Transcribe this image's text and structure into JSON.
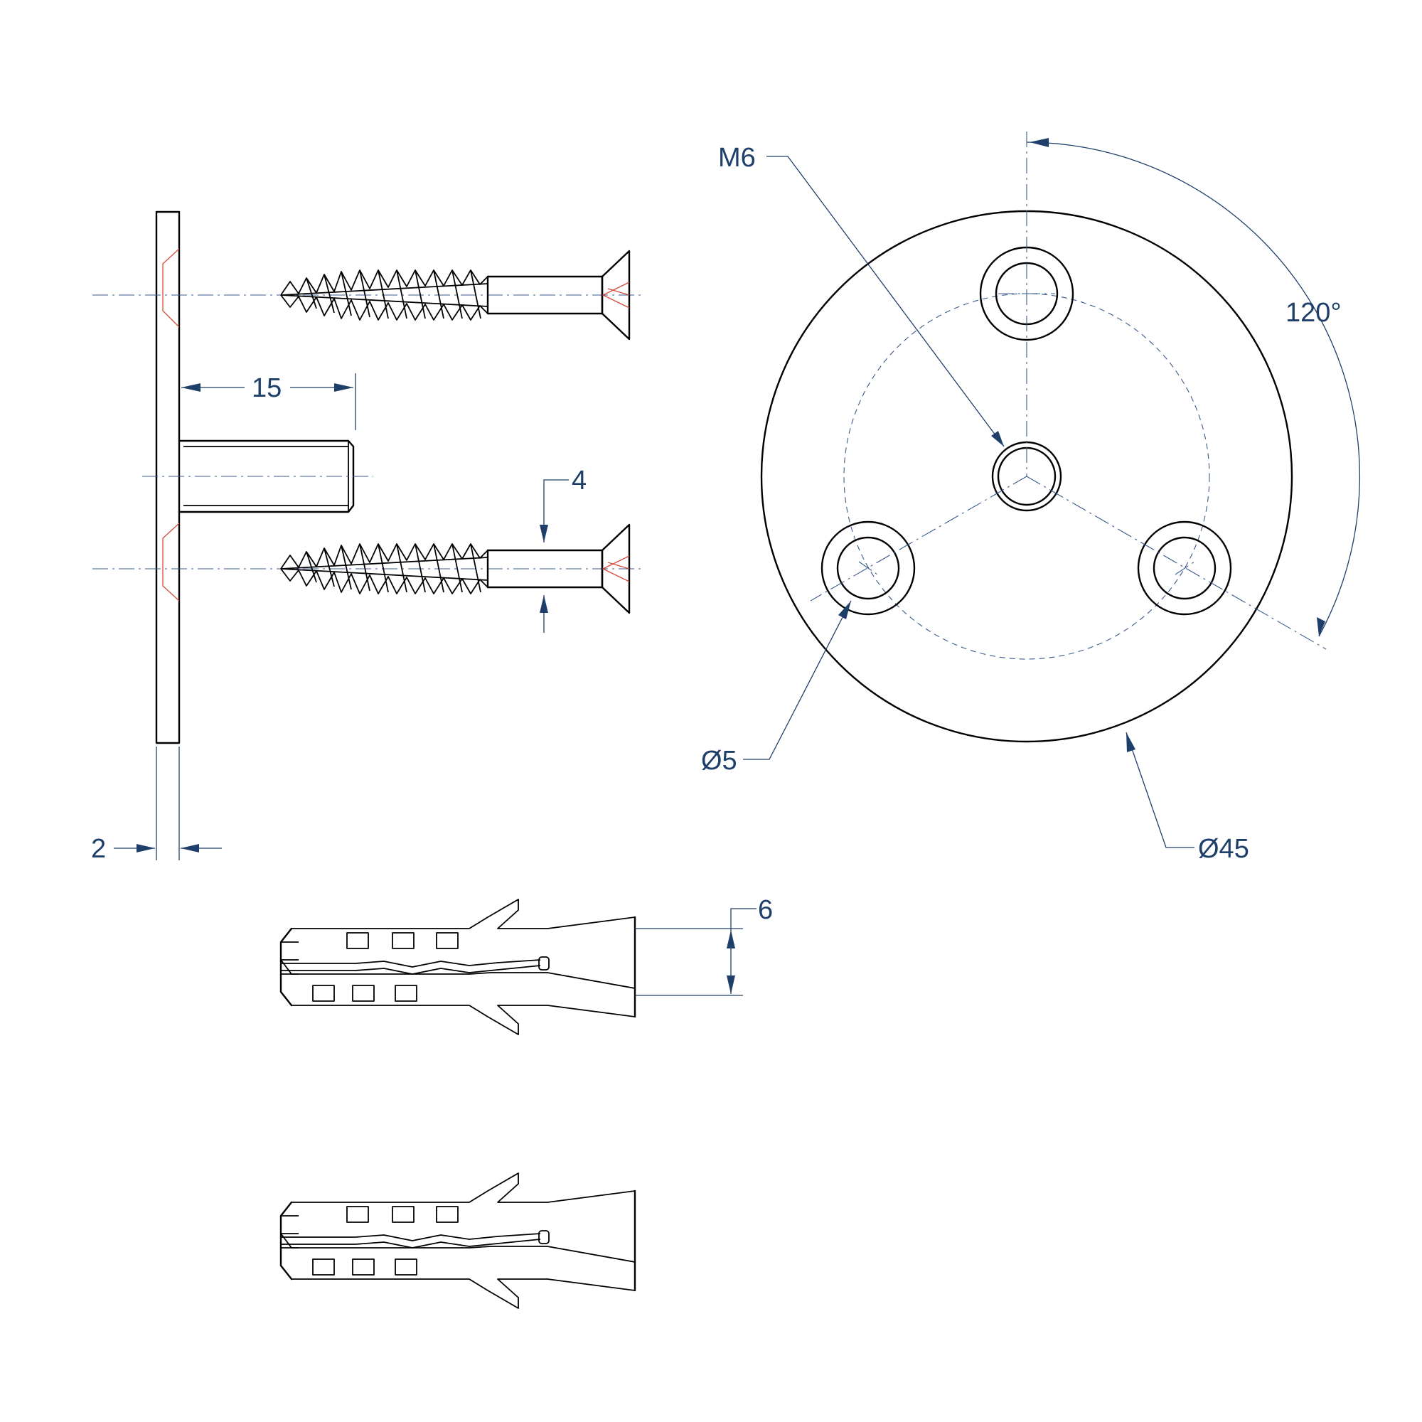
{
  "dimensions": {
    "thread": "M6",
    "angle": "120°",
    "stud_length": "15",
    "screw_shank": "4",
    "plate_thickness": "2",
    "hole_diameter": "Ø5",
    "plate_diameter": "Ø45",
    "plug_diameter": "6"
  },
  "colors": {
    "outline": "#000000",
    "dimension": "#1f3f6b",
    "centerline": "#3a5a8c",
    "hidden": "#d24b3c"
  }
}
